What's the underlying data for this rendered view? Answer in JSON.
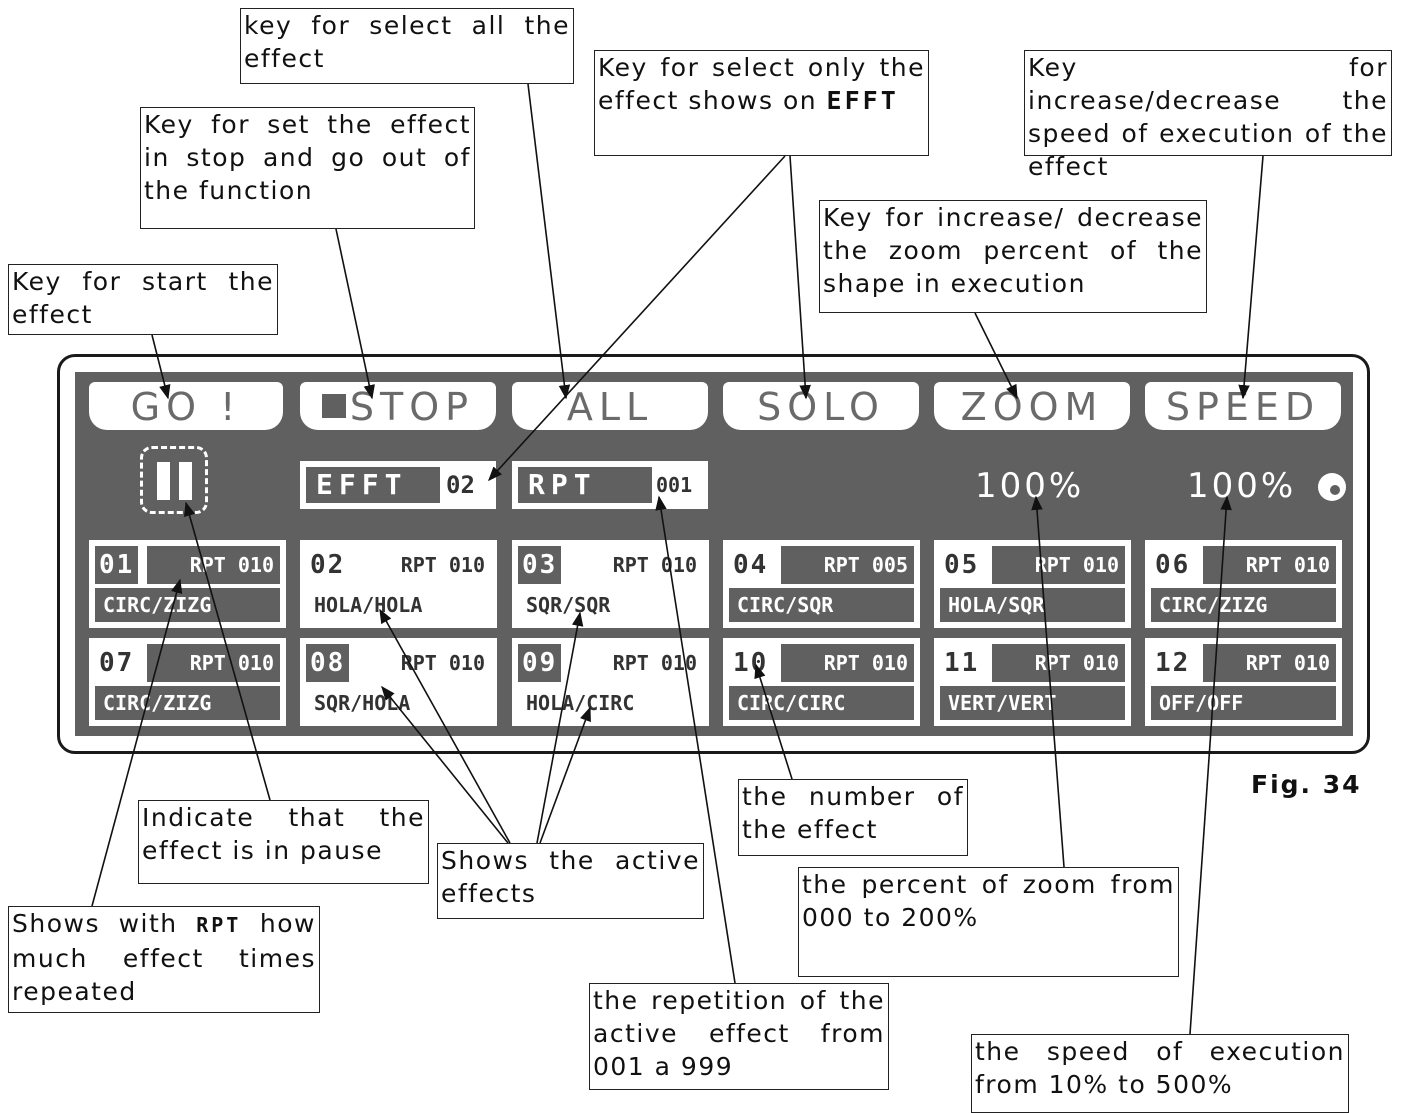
{
  "callouts": {
    "select_all": "key for select all the effect",
    "select_only_a": "Key for select only the effect shows on",
    "select_only_b": "EFFT",
    "speed_key": "Key for increase/decrease the speed of execution of the effect",
    "stop_key": "Key for set the effect in stop and go out of the function",
    "zoom_key": "Key for increase/ decrease the zoom percent of the shape in execution",
    "start_key": "Key for start the effect",
    "pause": "Indicate that the effect is in pause",
    "active": "Shows the active effects",
    "number": "the number of the effect",
    "zoom_pct": "the percent of zoom from 000 to 200%",
    "rpt_a": "Shows with",
    "rpt_b": "RPT",
    "rpt_c": "how much effect times repeated",
    "repetition": "the repetition of the active effect from 001 a 999",
    "speed_pct": "the speed of execution from 10% to 500%"
  },
  "figure_label": "Fig. 34",
  "panel": {
    "tabs": [
      "GO !",
      "STOP",
      "ALL",
      "SOLO",
      "ZOOM",
      "SPEED"
    ],
    "efft_label": "EFFT",
    "efft_value": "02",
    "rpt_label": "RPT",
    "rpt_value": "001",
    "zoom_value": "100%",
    "speed_value": "100%",
    "cells": [
      {
        "num": "01",
        "rpt": "RPT 010",
        "shape": "CIRC/ZIZG"
      },
      {
        "num": "02",
        "rpt": "RPT 010",
        "shape": "HOLA/HOLA"
      },
      {
        "num": "03",
        "rpt": "RPT 010",
        "shape": "SQR/SQR"
      },
      {
        "num": "04",
        "rpt": "RPT 005",
        "shape": "CIRC/SQR"
      },
      {
        "num": "05",
        "rpt": "RPT 010",
        "shape": "HOLA/SQR"
      },
      {
        "num": "06",
        "rpt": "RPT 010",
        "shape": "CIRC/ZIZG"
      },
      {
        "num": "07",
        "rpt": "RPT 010",
        "shape": "CIRC/ZIZG"
      },
      {
        "num": "08",
        "rpt": "RPT 010",
        "shape": "SQR/HOLA"
      },
      {
        "num": "09",
        "rpt": "RPT 010",
        "shape": "HOLA/CIRC"
      },
      {
        "num": "10",
        "rpt": "RPT 010",
        "shape": "CIRC/CIRC"
      },
      {
        "num": "11",
        "rpt": "RPT 010",
        "shape": "VERT/VERT"
      },
      {
        "num": "12",
        "rpt": "RPT 010",
        "shape": "OFF/OFF"
      }
    ]
  },
  "icons": {
    "pause": "pause-icon",
    "speed_dot": "speed-indicator-icon"
  }
}
